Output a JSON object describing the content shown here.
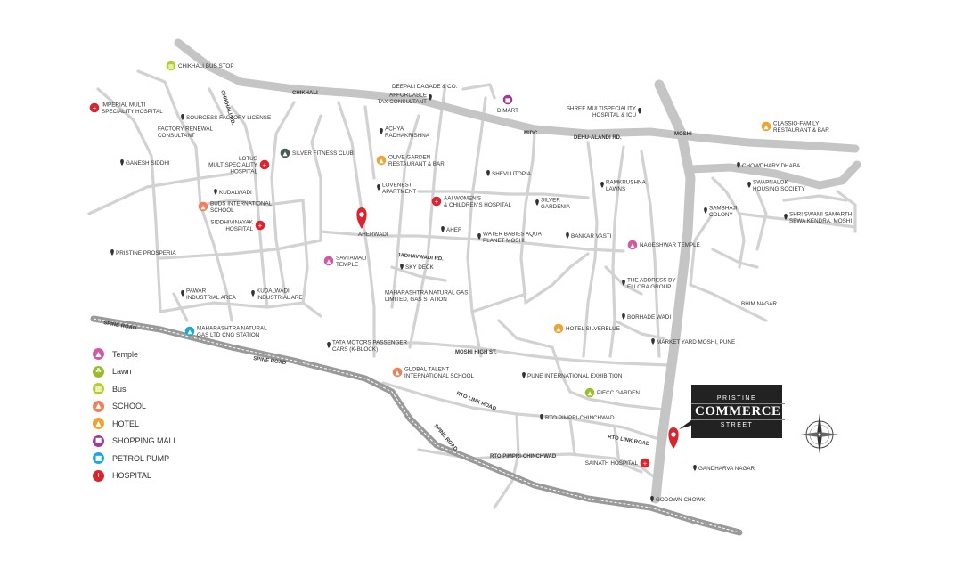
{
  "colors": {
    "road_minor": "#cfcfcf",
    "road_major": "#c8c8c8",
    "temple": "#d35aa0",
    "lawn": "#9bbd2c",
    "bus": "#b9cc2f",
    "school": "#f07f5a",
    "hotel": "#f0a133",
    "shopping_mall": "#a33a9b",
    "petrol_pump": "#1ea5dc",
    "hospital": "#d9262e",
    "pin": "#d9262e",
    "brand_bg": "#222222"
  },
  "road_labels": [
    {
      "id": "chikhali-road",
      "text": "CHIKHALI"
    },
    {
      "id": "midc-road",
      "text": "MIDC"
    },
    {
      "id": "dehu-alandi-road",
      "text": "DEHU-ALANDI RD."
    },
    {
      "id": "moshi-road",
      "text": "MOSHI"
    },
    {
      "id": "spine-road-west",
      "text": "SPINE ROAD"
    },
    {
      "id": "spine-road-mid",
      "text": "SPINE ROAD"
    },
    {
      "id": "spine-road-south",
      "text": "SPINE ROAD"
    },
    {
      "id": "jadhavwadi-road",
      "text": "JADHAVWADI RD."
    },
    {
      "id": "moshi-high-st",
      "text": "MOSHI HIGH ST."
    },
    {
      "id": "rto-link-road-1",
      "text": "RTO LINK ROAD"
    },
    {
      "id": "rto-link-road-2",
      "text": "RTO LINK ROAD"
    },
    {
      "id": "rto-pimpri-chinchwad-road",
      "text": "RTO PIMPRI-CHINCHWAD"
    },
    {
      "id": "chikhali-rd-small",
      "text": "CHIKHALI RD."
    }
  ],
  "places": [
    {
      "id": "chikhali-bus-stop",
      "lines": [
        "CHIKHALI BUS STOP"
      ],
      "icon": "bus"
    },
    {
      "id": "imperial-multi-speciality-hospital",
      "lines": [
        "IMPERIAL MULTI",
        "SPECIALITY HOSPITAL"
      ],
      "icon": "hospital"
    },
    {
      "id": "sourcess-factory-license",
      "lines": [
        "SOURCESS FACTORY LICENSE"
      ],
      "icon": "pin"
    },
    {
      "id": "sourcess-sub",
      "lines": [
        "FACTORY RENEWAL",
        "CONSULTANT"
      ],
      "icon": "none"
    },
    {
      "id": "ganesh-siddhi",
      "lines": [
        "GANESH SIDDHI"
      ],
      "icon": "pin"
    },
    {
      "id": "deepali-dagade",
      "lines": [
        "DEEPALI DAGADE & CO."
      ],
      "icon": "none"
    },
    {
      "id": "deepali-sub",
      "lines": [
        "AFFORDABLE",
        "TAX CONSULTANT"
      ],
      "icon": "pin"
    },
    {
      "id": "d-mart",
      "lines": [
        "D MART"
      ],
      "icon": "shopping_mall"
    },
    {
      "id": "shree-multispeciality-hospital",
      "lines": [
        "SHREE MULTISPECIALITY",
        "HOSPITAL & ICU"
      ],
      "icon": "pin"
    },
    {
      "id": "classio-family-restaurant",
      "lines": [
        "CLASSIO-FAMILY",
        "RESTAURANT & BAR"
      ],
      "icon": "hotel"
    },
    {
      "id": "achya-radhakrishna",
      "lines": [
        "ACHYA",
        "RADHAKRISHNA"
      ],
      "icon": "pin"
    },
    {
      "id": "silver-fitness-club",
      "lines": [
        "SILVER FITNESS CLUB"
      ],
      "icon": "gym"
    },
    {
      "id": "lotus-multispeciality-hospital",
      "lines": [
        "LOTUS",
        "MULTISPECIALITY",
        "HOSPITAL"
      ],
      "icon": "hospital"
    },
    {
      "id": "olive-garden-restaurant",
      "lines": [
        "OLIVE GARDEN",
        "RESTAURANT & BAR"
      ],
      "icon": "hotel"
    },
    {
      "id": "chowdhary-dhaba",
      "lines": [
        "CHOWDHARY DHABA"
      ],
      "icon": "pin"
    },
    {
      "id": "swapnalok-housing-society",
      "lines": [
        "SWAPNALOK",
        "HOUSING SOCIETY"
      ],
      "icon": "pin"
    },
    {
      "id": "kudalwadi",
      "lines": [
        "KUDALWADI"
      ],
      "icon": "pin"
    },
    {
      "id": "shevi-utopia",
      "lines": [
        "SHEVI UTOPIA"
      ],
      "icon": "pin"
    },
    {
      "id": "lovenest-apartment",
      "lines": [
        "LOVENEST",
        "APARTMENT"
      ],
      "icon": "pin"
    },
    {
      "id": "ramkrushna-lawns",
      "lines": [
        "RAMKRUSHNA",
        "LAWNS"
      ],
      "icon": "pin"
    },
    {
      "id": "aai-womens-hospital",
      "lines": [
        "AAI WOMEN'S",
        "& CHILDREN'S HOSPITAL"
      ],
      "icon": "hospital"
    },
    {
      "id": "silver-gardenia",
      "lines": [
        "SILVER",
        "GARDENIA"
      ],
      "icon": "pin"
    },
    {
      "id": "sambhaji-colony",
      "lines": [
        "SAMBHAJI",
        "COLONY"
      ],
      "icon": "pin"
    },
    {
      "id": "buds-international-school",
      "lines": [
        "BUDS INTERNATIONAL",
        "SCHOOL"
      ],
      "icon": "school"
    },
    {
      "id": "siddhivinayak-hospital",
      "lines": [
        "SIDDHIVINAYAK",
        "HOSPITAL"
      ],
      "icon": "hospital"
    },
    {
      "id": "shri-swami-samarth",
      "lines": [
        "SHRI SWAMI SAMARTH",
        "SEWA KENDRA, MOSHI"
      ],
      "icon": "pin"
    },
    {
      "id": "aherwadi",
      "lines": [
        "AHERWADI"
      ],
      "icon": "none"
    },
    {
      "id": "aher",
      "lines": [
        "AHER"
      ],
      "icon": "pin"
    },
    {
      "id": "water-babies",
      "lines": [
        "WATER BABIES AQUA",
        "PLANET MOSHI"
      ],
      "icon": "pin"
    },
    {
      "id": "bankar-vasti",
      "lines": [
        "BANKAR VASTI"
      ],
      "icon": "pin"
    },
    {
      "id": "pristine-prosperia",
      "lines": [
        "PRISTINE PROSPERIA"
      ],
      "icon": "pin"
    },
    {
      "id": "nageshwar-temple",
      "lines": [
        "NAGESHWAR TEMPLE"
      ],
      "icon": "temple"
    },
    {
      "id": "savtamali-temple",
      "lines": [
        "SAVTAMALI",
        "TEMPLE"
      ],
      "icon": "temple"
    },
    {
      "id": "sky-deck",
      "lines": [
        "SKY DECK"
      ],
      "icon": "pin"
    },
    {
      "id": "the-address-by-ellora",
      "lines": [
        "THE ADDRESS BY",
        "ELLORA GROUP"
      ],
      "icon": "pin"
    },
    {
      "id": "pawar-industrial-area",
      "lines": [
        "PAWAR",
        "INDUSTRIAL AREA"
      ],
      "icon": "pin"
    },
    {
      "id": "kudalwadi-industrial",
      "lines": [
        "KUDALWADI",
        "INDUSTRIAL ARE"
      ],
      "icon": "pin"
    },
    {
      "id": "maharashtra-natural-gas-limited",
      "lines": [
        "MAHARASHTRA NATURAL GAS",
        "LIMITED, GAS STATION"
      ],
      "icon": "none"
    },
    {
      "id": "bhim-nagar",
      "lines": [
        "BHIM NAGAR"
      ],
      "icon": "none"
    },
    {
      "id": "borhade-wadi",
      "lines": [
        "BORHADE WADI"
      ],
      "icon": "pin"
    },
    {
      "id": "maharashtra-natural-gas-cng",
      "lines": [
        "MAHARASHTRA NATURAL",
        "GAS LTD CNG STATION"
      ],
      "icon": "petrol_pump"
    },
    {
      "id": "hotel-silverblue",
      "lines": [
        "HOTEL SILVERBLUE"
      ],
      "icon": "hotel"
    },
    {
      "id": "tata-motors",
      "lines": [
        "TATA MOTORS PASSENGER",
        "CARS (K-BLOCK)"
      ],
      "icon": "pin"
    },
    {
      "id": "market-yard-moshi",
      "lines": [
        "MARKET YARD MOSHI, PUNE"
      ],
      "icon": "pin"
    },
    {
      "id": "global-talent-school",
      "lines": [
        "GLOBAL TALENT",
        "INTERNATIONAL SCHOOL"
      ],
      "icon": "school"
    },
    {
      "id": "pune-international-exhibition",
      "lines": [
        "PUNE INTERNATIONAL EXHIBITION"
      ],
      "icon": "pin"
    },
    {
      "id": "piecc-garden",
      "lines": [
        "PIECC GARDEN"
      ],
      "icon": "lawn"
    },
    {
      "id": "rto-pimpri-chinchwad",
      "lines": [
        "RTO PIMPRI-CHINCHWAD"
      ],
      "icon": "pin"
    },
    {
      "id": "sainath-hospital",
      "lines": [
        "SAINATH HOSPITAL"
      ],
      "icon": "hospital"
    },
    {
      "id": "gandharva-nagar",
      "lines": [
        "GANDHARVA NAGAR"
      ],
      "icon": "pin"
    },
    {
      "id": "godown-chowk",
      "lines": [
        "GODOWN CHOWK"
      ],
      "icon": "pin"
    }
  ],
  "legend": [
    {
      "key": "temple",
      "label": "Temple"
    },
    {
      "key": "lawn",
      "label": "Lawn"
    },
    {
      "key": "bus",
      "label": "Bus"
    },
    {
      "key": "school",
      "label": "SCHOOL"
    },
    {
      "key": "hotel",
      "label": "HOTEL"
    },
    {
      "key": "shopping_mall",
      "label": "SHOPPING MALL"
    },
    {
      "key": "petrol_pump",
      "label": "PETROL PUMP"
    },
    {
      "key": "hospital",
      "label": "HOSPITAL"
    }
  ],
  "brand": {
    "top": "PRISTINE",
    "name": "COMMERCE",
    "bottom": "STREET"
  },
  "compass": {
    "north_label": ""
  }
}
